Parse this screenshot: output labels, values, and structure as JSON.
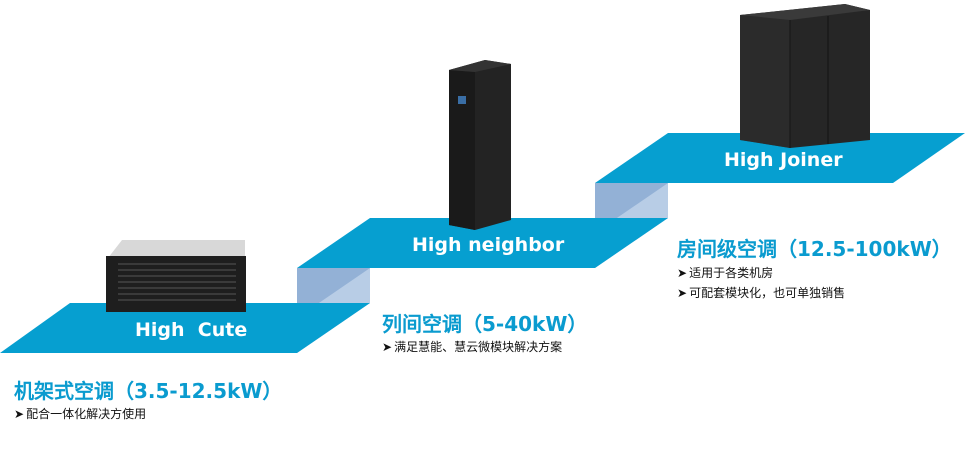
{
  "colors": {
    "step": "#069fd0",
    "riser": "#b8cde6",
    "riser_dark": "#93b1d6",
    "title": "#0a9bcf"
  },
  "steps": [
    {
      "label": "High  Cute",
      "title": "机架式空调（3.5-12.5kW）",
      "bullets": [
        "配合一体化解决方使用"
      ]
    },
    {
      "label": "High neighbor",
      "title": "列间空调（5-40kW）",
      "bullets": [
        "满足慧能、慧云微模块解决方案"
      ]
    },
    {
      "label": "High Joiner",
      "title": "房间级空调（12.5-100kW）",
      "bullets": [
        "适用于各类机房",
        "可配套模块化，也可单独销售"
      ]
    }
  ],
  "bullet_icon": "arrowhead-icon"
}
